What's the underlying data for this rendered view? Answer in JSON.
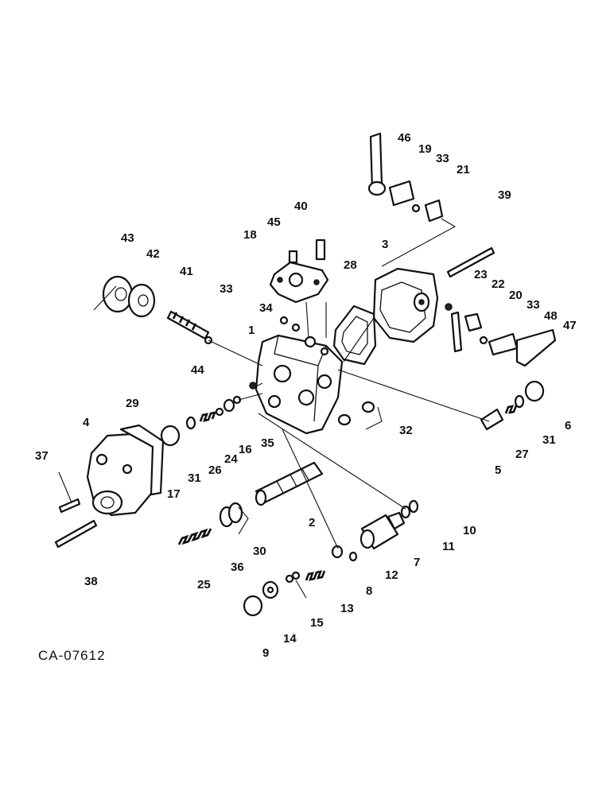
{
  "drawing_code": "CA-07612",
  "callouts": {
    "p1": "1",
    "p2": "2",
    "p3": "3",
    "p4": "4",
    "p5": "5",
    "p6": "6",
    "p7": "7",
    "p8": "8",
    "p9": "9",
    "p10": "10",
    "p11": "11",
    "p12": "12",
    "p13": "13",
    "p14": "14",
    "p15": "15",
    "p16": "16",
    "p17": "17",
    "p18": "18",
    "p19": "19",
    "p20": "20",
    "p21": "21",
    "p22": "22",
    "p23": "23",
    "p24": "24",
    "p25": "25",
    "p26": "26",
    "p27": "27",
    "p28": "28",
    "p29": "29",
    "p30": "30",
    "p31a": "31",
    "p31b": "31",
    "p32": "32",
    "p33a": "33",
    "p33b": "33",
    "p33c": "33",
    "p34": "34",
    "p35": "35",
    "p36": "36",
    "p37": "37",
    "p38": "38",
    "p39": "39",
    "p40": "40",
    "p41": "41",
    "p42": "42",
    "p43": "43",
    "p44": "44",
    "p45": "45",
    "p46": "46",
    "p47": "47",
    "p48": "48"
  }
}
